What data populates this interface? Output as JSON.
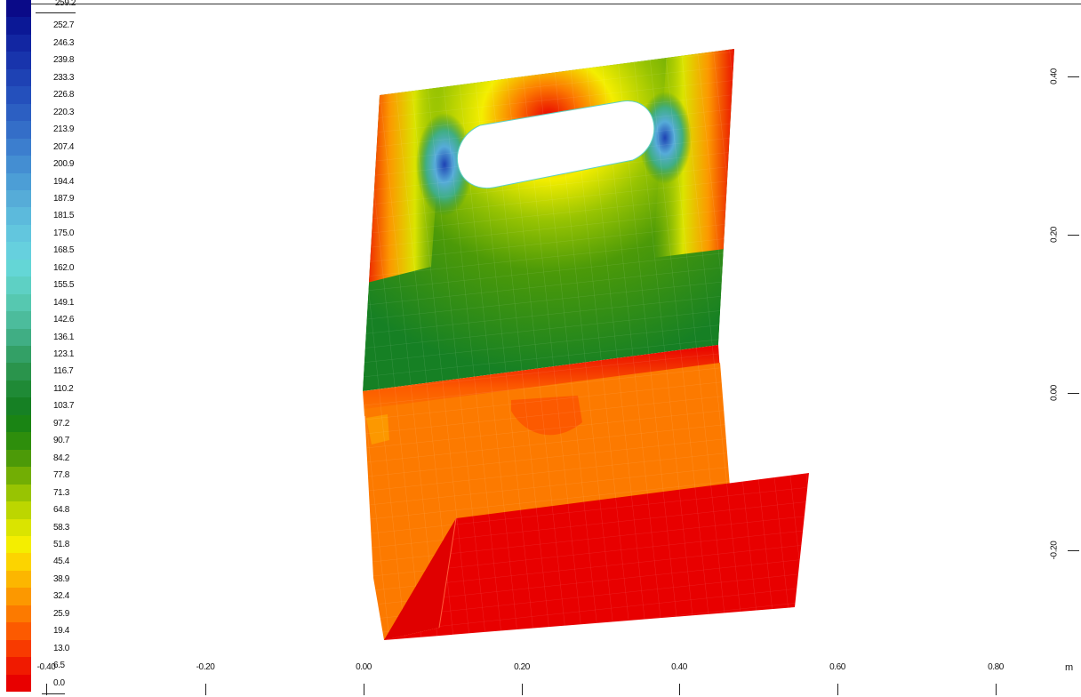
{
  "legend": {
    "entries": [
      {
        "label": "259.2",
        "color": "#0a0a88"
      },
      {
        "label": "252.7",
        "color": "#0b1896"
      },
      {
        "label": "246.3",
        "color": "#1226a2"
      },
      {
        "label": "239.8",
        "color": "#1834ac"
      },
      {
        "label": "233.3",
        "color": "#1e42b4"
      },
      {
        "label": "226.8",
        "color": "#2450bc"
      },
      {
        "label": "220.3",
        "color": "#2c5fc2"
      },
      {
        "label": "213.9",
        "color": "#346ec8"
      },
      {
        "label": "207.4",
        "color": "#3c7ece"
      },
      {
        "label": "200.9",
        "color": "#448ed2"
      },
      {
        "label": "194.4",
        "color": "#4c9ed6"
      },
      {
        "label": "187.9",
        "color": "#56acd8"
      },
      {
        "label": "181.5",
        "color": "#5cbadc"
      },
      {
        "label": "175.0",
        "color": "#62c6de"
      },
      {
        "label": "168.5",
        "color": "#66d0de"
      },
      {
        "label": "162.0",
        "color": "#64d6d6"
      },
      {
        "label": "155.5",
        "color": "#5ed0c4"
      },
      {
        "label": "149.1",
        "color": "#56c8b0"
      },
      {
        "label": "142.6",
        "color": "#4cbc9c"
      },
      {
        "label": "136.1",
        "color": "#40ae84"
      },
      {
        "label": "123.1",
        "color": "#33a066"
      },
      {
        "label": "116.7",
        "color": "#2a944c"
      },
      {
        "label": "110.2",
        "color": "#1f8a36"
      },
      {
        "label": "103.7",
        "color": "#168024"
      },
      {
        "label": "97.2",
        "color": "#1a8414"
      },
      {
        "label": "90.7",
        "color": "#2e8e0c"
      },
      {
        "label": "84.2",
        "color": "#4c9a08"
      },
      {
        "label": "77.8",
        "color": "#72ae04"
      },
      {
        "label": "71.3",
        "color": "#98c402"
      },
      {
        "label": "64.8",
        "color": "#bcd600"
      },
      {
        "label": "58.3",
        "color": "#dae400"
      },
      {
        "label": "51.8",
        "color": "#f4ee00"
      },
      {
        "label": "45.4",
        "color": "#fcd400"
      },
      {
        "label": "38.9",
        "color": "#fcb600"
      },
      {
        "label": "32.4",
        "color": "#fc9800"
      },
      {
        "label": "25.9",
        "color": "#fc7a00"
      },
      {
        "label": "19.4",
        "color": "#fc5a00"
      },
      {
        "label": "13.0",
        "color": "#f83a00"
      },
      {
        "label": "6.5",
        "color": "#f01a00"
      },
      {
        "label": "0.0",
        "color": "#e80000"
      }
    ]
  },
  "x_axis": {
    "ticks": [
      "-0.40",
      "-0.20",
      "0.00",
      "0.20",
      "0.40",
      "0.60",
      "0.80"
    ],
    "unit": "m"
  },
  "y_axis": {
    "ticks": [
      "0.40",
      "0.20",
      "0.00",
      "-0.20"
    ]
  }
}
